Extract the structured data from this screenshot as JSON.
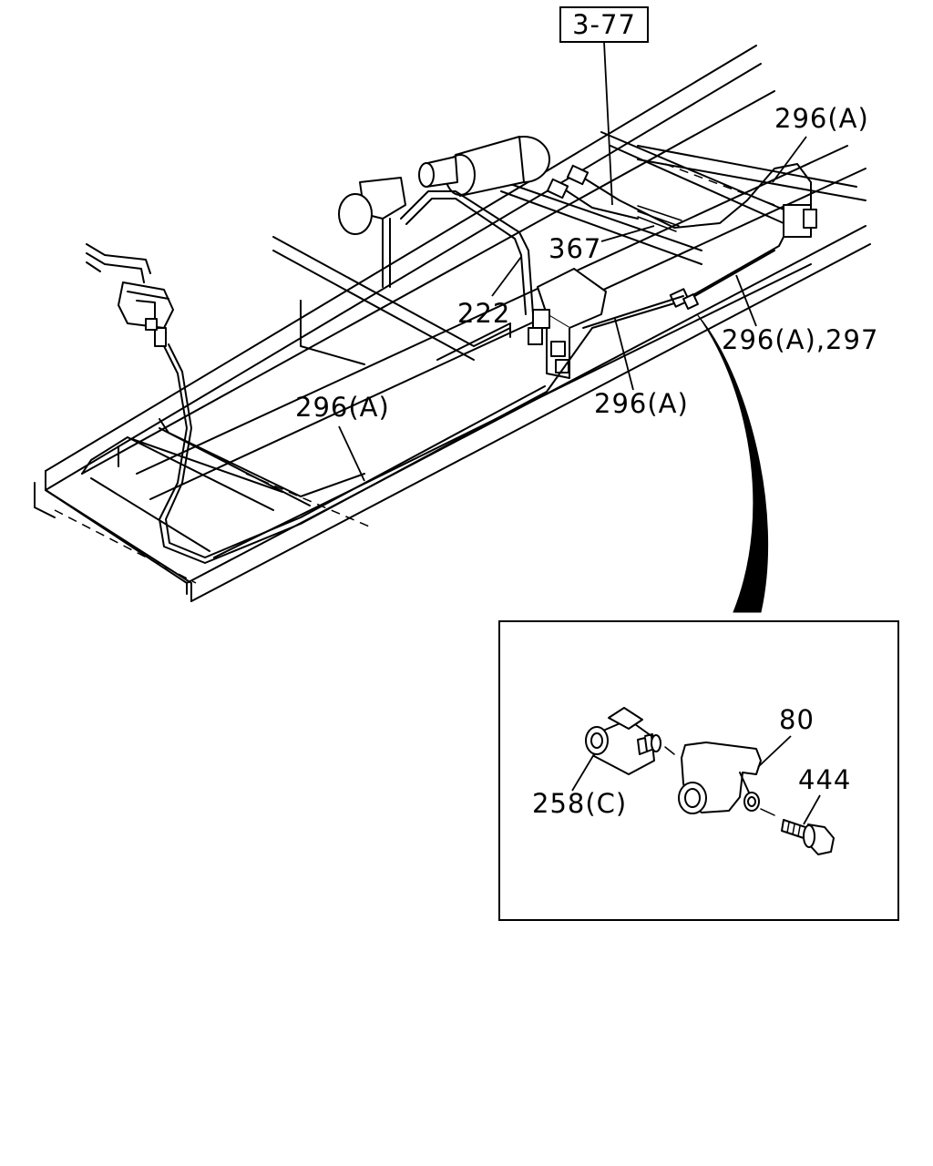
{
  "reference_box": "3-77",
  "callouts": {
    "c296a_top": "296(A)",
    "c367": "367",
    "c222": "222",
    "c296a_297": "296(A),297",
    "c296a_mid": "296(A)",
    "c296a_left": "296(A)",
    "c80": "80",
    "c444": "444",
    "c258c": "258(C)"
  }
}
